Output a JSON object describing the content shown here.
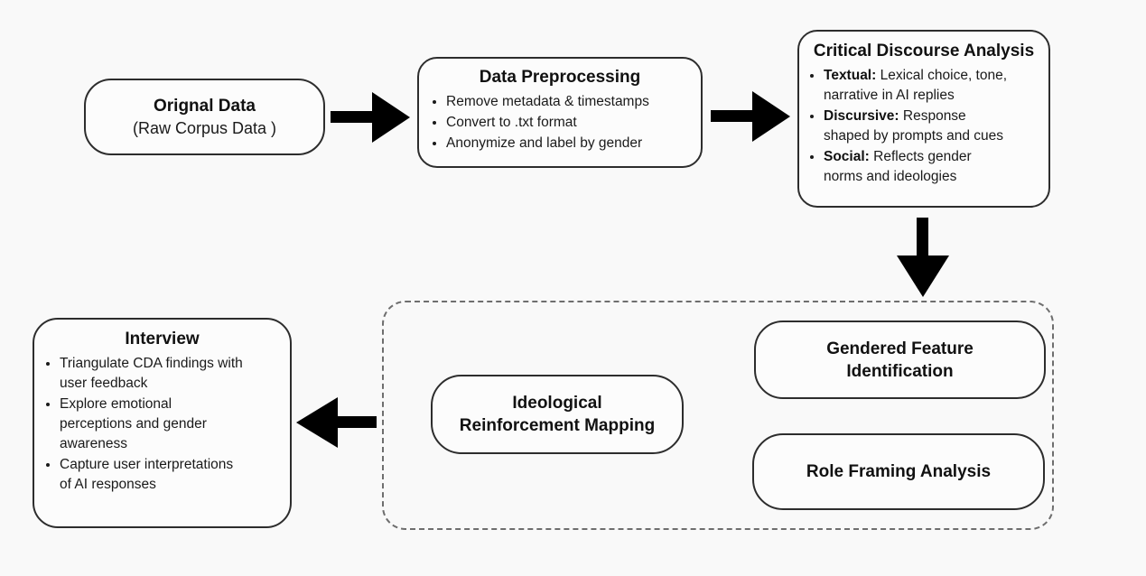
{
  "background": "#f9f9f9",
  "colors": {
    "arrow": "#000000",
    "box_border": "#2d2d2d",
    "dashed_border": "#6e6e6e",
    "text": "#1a1a1a"
  },
  "original": {
    "title": "Orignal Data",
    "subtitle": "(Raw Corpus Data )"
  },
  "preprocessing": {
    "title": "Data Preprocessing",
    "bullets": [
      "Remove metadata & timestamps",
      "Convert to .txt format",
      "Anonymize and label by gender"
    ]
  },
  "cda": {
    "title": "Critical Discourse Analysis",
    "bullets": [
      {
        "lead": "Textual:",
        "text": " Lexical choice, tone,\nnarrative in AI replies"
      },
      {
        "lead": "Discursive:",
        "text": " Response\nshaped by prompts and cues"
      },
      {
        "lead": "Social:",
        "text": " Reflects gender\nnorms and ideologies"
      }
    ]
  },
  "group": {
    "gendered": {
      "title": "Gendered Feature\nIdentification"
    },
    "role": {
      "title": "Role Framing Analysis"
    },
    "ideological": {
      "title": "Ideological\nReinforcement Mapping"
    }
  },
  "interview": {
    "title": "Interview",
    "bullets": [
      "Triangulate CDA findings with\nuser feedback",
      "Explore emotional\nperceptions and gender\nawareness",
      "Capture user interpretations\nof AI responses"
    ]
  }
}
